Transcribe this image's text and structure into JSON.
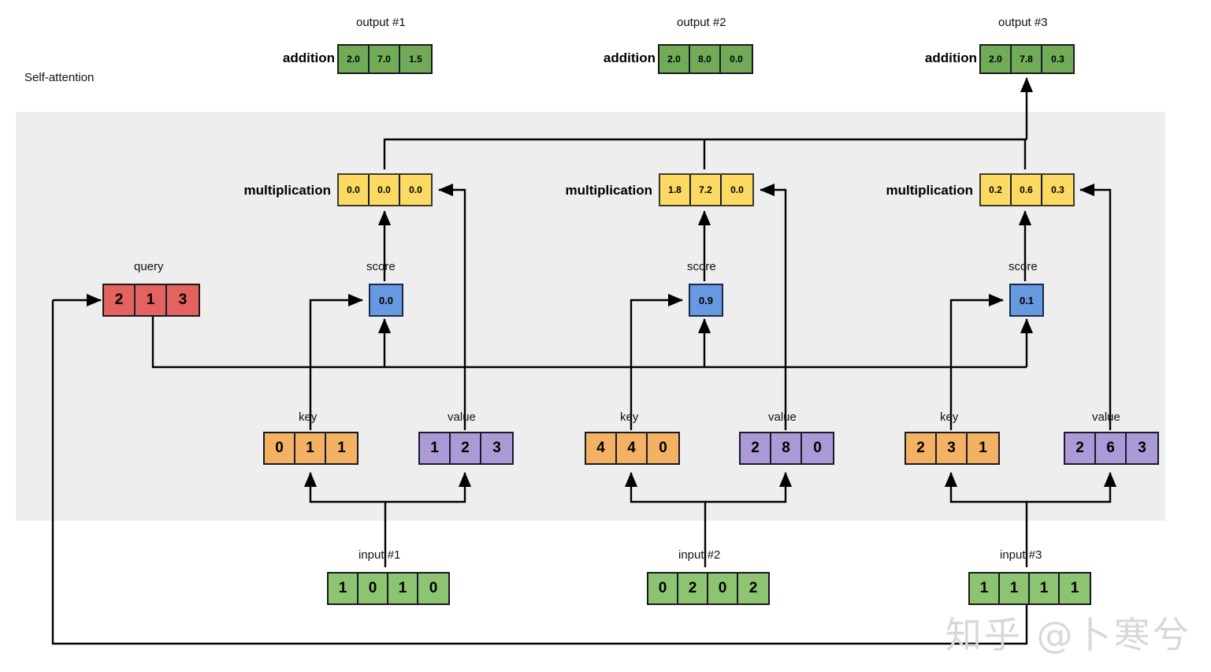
{
  "title": "Self-attention",
  "watermark": "知乎 @卜寒兮",
  "labels": {
    "addition": "addition",
    "multiplication": "multiplication",
    "query": "query",
    "score": "score",
    "key": "key",
    "value": "value"
  },
  "colors": {
    "panel": "#eeeeee",
    "output": "#72ab58",
    "input": "#8cc472",
    "multiplication": "#fcd963",
    "query": "#e4625f",
    "score": "#6699e0",
    "key": "#f2b163",
    "value": "#ab9ad6",
    "stroke": "#000000"
  },
  "outputs": [
    {
      "caption": "output #1",
      "op": "addition",
      "values": [
        "2.0",
        "7.0",
        "1.5"
      ]
    },
    {
      "caption": "output #2",
      "op": "addition",
      "values": [
        "2.0",
        "8.0",
        "0.0"
      ]
    },
    {
      "caption": "output #3",
      "op": "addition",
      "values": [
        "2.0",
        "7.8",
        "0.3"
      ]
    }
  ],
  "multiplications": [
    {
      "op": "multiplication",
      "values": [
        "0.0",
        "0.0",
        "0.0"
      ]
    },
    {
      "op": "multiplication",
      "values": [
        "1.8",
        "7.2",
        "0.0"
      ]
    },
    {
      "op": "multiplication",
      "values": [
        "0.2",
        "0.6",
        "0.3"
      ]
    }
  ],
  "query": {
    "caption": "query",
    "values": [
      "2",
      "1",
      "3"
    ]
  },
  "scores": [
    {
      "caption": "score",
      "value": "0.0"
    },
    {
      "caption": "score",
      "value": "0.9"
    },
    {
      "caption": "score",
      "value": "0.1"
    }
  ],
  "keys": [
    {
      "caption": "key",
      "values": [
        "0",
        "1",
        "1"
      ]
    },
    {
      "caption": "key",
      "values": [
        "4",
        "4",
        "0"
      ]
    },
    {
      "caption": "key",
      "values": [
        "2",
        "3",
        "1"
      ]
    }
  ],
  "values": [
    {
      "caption": "value",
      "values": [
        "1",
        "2",
        "3"
      ]
    },
    {
      "caption": "value",
      "values": [
        "2",
        "8",
        "0"
      ]
    },
    {
      "caption": "value",
      "values": [
        "2",
        "6",
        "3"
      ]
    }
  ],
  "inputs": [
    {
      "caption": "input #1",
      "values": [
        "1",
        "0",
        "1",
        "0"
      ]
    },
    {
      "caption": "input #2",
      "values": [
        "0",
        "2",
        "0",
        "2"
      ]
    },
    {
      "caption": "input #3",
      "values": [
        "1",
        "1",
        "1",
        "1"
      ]
    }
  ]
}
